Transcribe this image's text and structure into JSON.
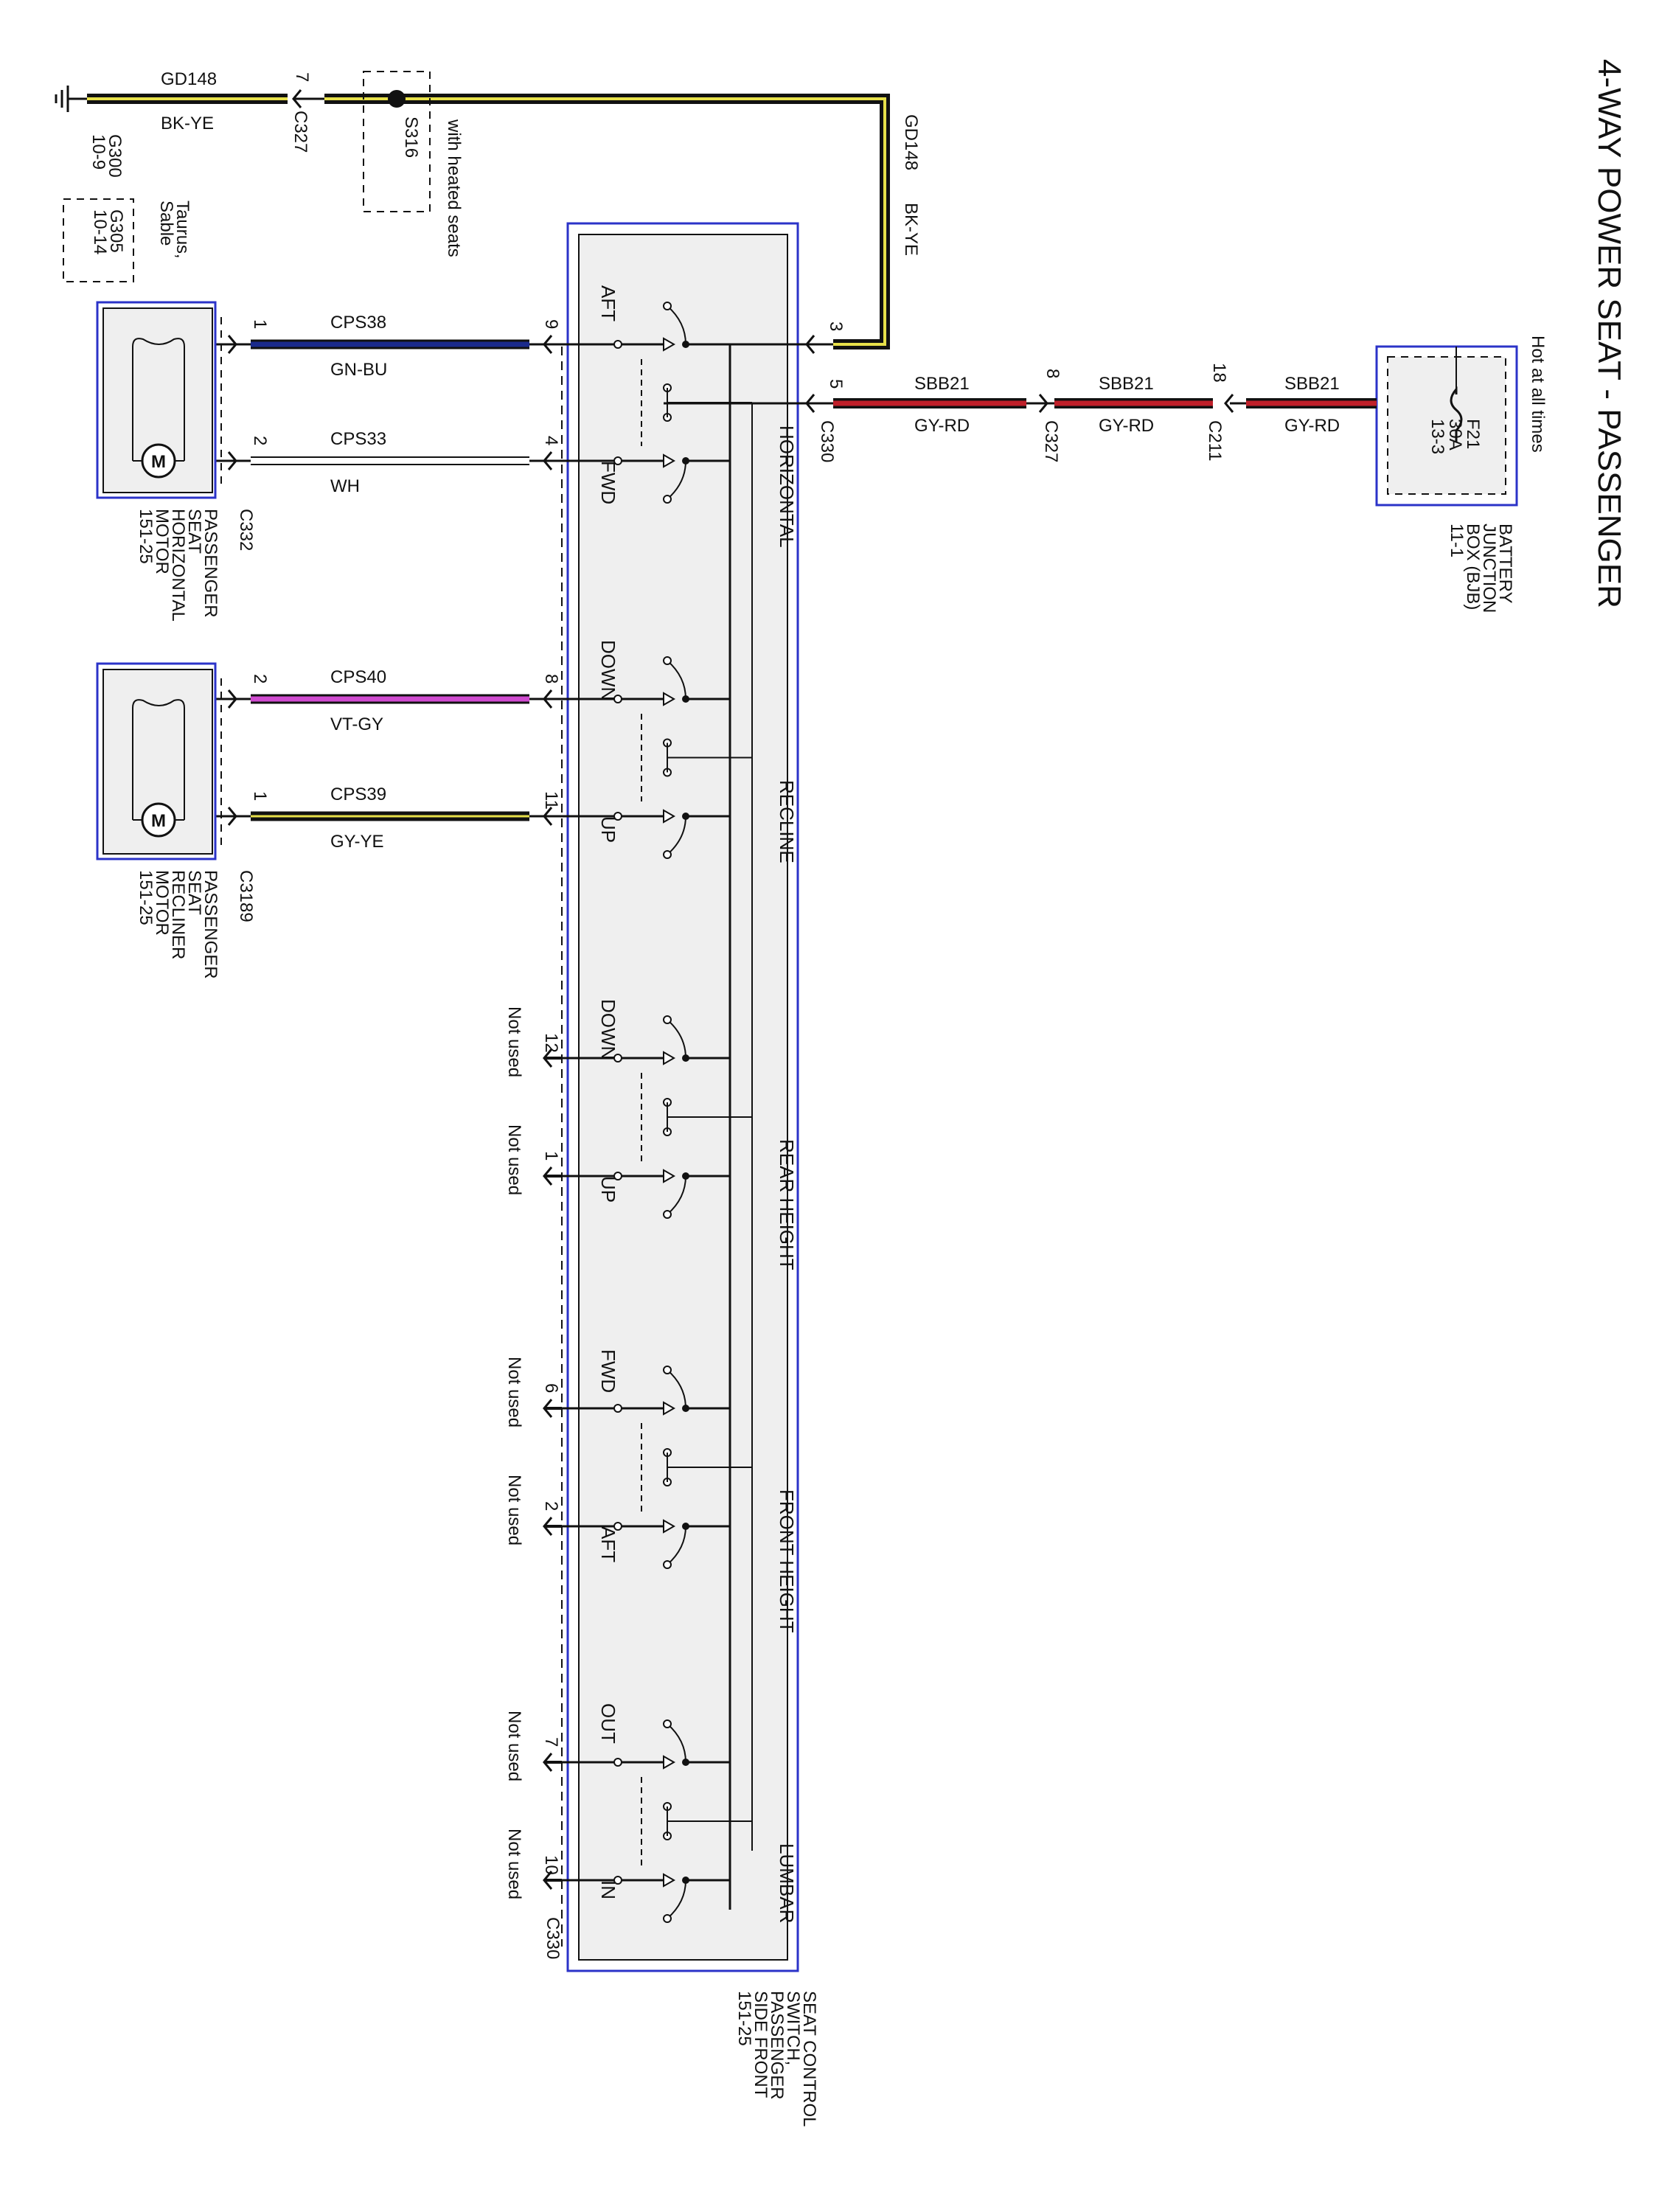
{
  "title": "4-WAY POWER SEAT - PASSENGER",
  "power": {
    "hot_label": "Hot at all times",
    "fuse_name": "F21",
    "fuse_rating": "30A",
    "fuse_page": "13-3",
    "bjb_line1": "BATTERY",
    "bjb_line2": "JUNCTION",
    "bjb_line3": "BOX (BJB)",
    "bjb_page": "11-1"
  },
  "feed": {
    "circuit": "SBB21",
    "color": "GY-RD",
    "connectors": [
      {
        "pin": "18",
        "name": "C211"
      },
      {
        "pin": "8",
        "name": "C327"
      },
      {
        "pin": "5",
        "name": "C330"
      }
    ]
  },
  "ground": {
    "circuit": "GD148",
    "color": "BK-YE",
    "pin": "7",
    "connector": "C327",
    "splice": "S316",
    "splice_note": "with heated seats",
    "g300": "G300",
    "g300_page": "10-9",
    "g305": "G305",
    "g305_page": "10-14",
    "g305_note1": "Taurus,",
    "g305_note2": "Sable",
    "switch_pin": "3"
  },
  "switch": {
    "name1": "SEAT CONTROL",
    "name2": "SWITCH,",
    "name3": "PASSENGER",
    "name4": "SIDE FRONT",
    "page": "151-25",
    "connector": "C330",
    "sections": [
      {
        "name": "HORIZONTAL",
        "a": "AFT",
        "b": "FWD"
      },
      {
        "name": "RECLINE",
        "a": "DOWN",
        "b": "UP"
      },
      {
        "name": "REAR HEIGHT",
        "a": "DOWN",
        "b": "UP"
      },
      {
        "name": "FRONT HEIGHT",
        "a": "FWD",
        "b": "AFT"
      },
      {
        "name": "LUMBAR",
        "a": "OUT",
        "b": "IN"
      }
    ]
  },
  "wires": [
    {
      "circuit": "CPS38",
      "color": "GN-BU",
      "sw_pin": "9",
      "motor_pin": "1",
      "hex": "#1a2a8c"
    },
    {
      "circuit": "CPS33",
      "color": "WH",
      "sw_pin": "4",
      "motor_pin": "2",
      "hex": "#ffffff"
    },
    {
      "circuit": "CPS40",
      "color": "VT-GY",
      "sw_pin": "8",
      "motor_pin": "2",
      "hex": "#d04bd0"
    },
    {
      "circuit": "CPS39",
      "color": "GY-YE",
      "sw_pin": "11",
      "motor_pin": "1",
      "hex": "#111111"
    }
  ],
  "unused_pins": [
    {
      "pin": "12",
      "label": "Not used"
    },
    {
      "pin": "1",
      "label": "Not used"
    },
    {
      "pin": "6",
      "label": "Not used"
    },
    {
      "pin": "2",
      "label": "Not used"
    },
    {
      "pin": "7",
      "label": "Not used"
    },
    {
      "pin": "10",
      "label": "Not used"
    }
  ],
  "motors": [
    {
      "line1": "PASSENGER",
      "line2": "SEAT",
      "line3": "HORIZONTAL",
      "line4": "MOTOR",
      "page": "151-25",
      "connector": "C332",
      "symbol": "M"
    },
    {
      "line1": "PASSENGER",
      "line2": "SEAT",
      "line3": "RECLINER",
      "line4": "MOTOR",
      "page": "151-25",
      "connector": "C3189",
      "symbol": "M"
    }
  ],
  "colors": {
    "component_border": "#2b33c8",
    "switch_fill": "#efefef",
    "feed_wire": "#c0202a",
    "ground_wire": "#111111",
    "ground_stripe": "#e7e04a"
  }
}
